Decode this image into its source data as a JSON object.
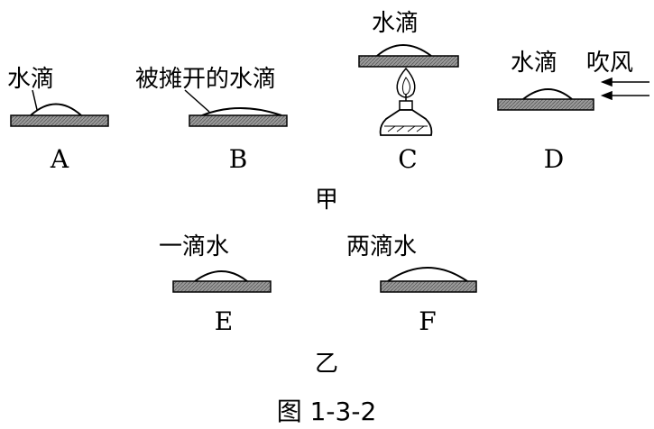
{
  "figure": {
    "group_jia": {
      "caption": "甲",
      "panels": [
        {
          "id": "A",
          "label": "A",
          "annotation": "水滴"
        },
        {
          "id": "B",
          "label": "B",
          "annotation": "被摊开的水滴"
        },
        {
          "id": "C",
          "label": "C",
          "annotation": "水滴"
        },
        {
          "id": "D",
          "label": "D",
          "annotation": "水滴",
          "wind_label": "吹风"
        }
      ]
    },
    "group_yi": {
      "caption": "乙",
      "panels": [
        {
          "id": "E",
          "label": "E",
          "annotation": "一滴水"
        },
        {
          "id": "F",
          "label": "F",
          "annotation": "两滴水"
        }
      ]
    },
    "figure_number": "图 1-3-2"
  },
  "colors": {
    "plate_fill": "#8a8a8a",
    "stroke": "#000000",
    "background": "#ffffff"
  }
}
